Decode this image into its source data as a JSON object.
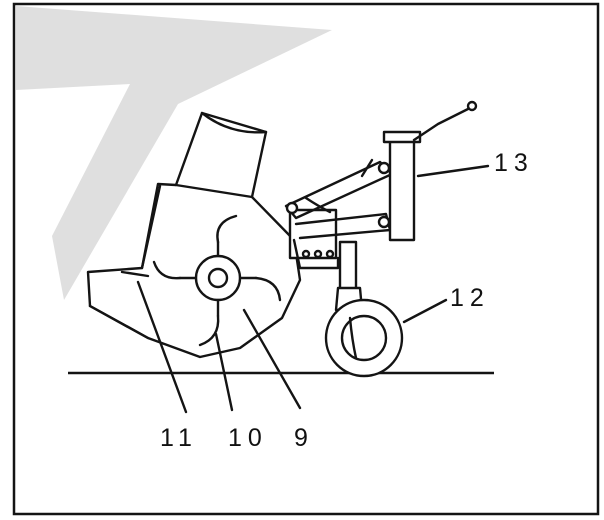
{
  "diagram": {
    "callouts": [
      {
        "id": "callout-13",
        "text": "13"
      },
      {
        "id": "callout-12",
        "text": "12"
      },
      {
        "id": "callout-11",
        "text": "11"
      },
      {
        "id": "callout-10",
        "text": "10"
      },
      {
        "id": "callout-9",
        "text": "9"
      }
    ],
    "colors": {
      "ink": "#141414",
      "watermark": "#d9d9d9",
      "background": "#ffffff"
    }
  }
}
